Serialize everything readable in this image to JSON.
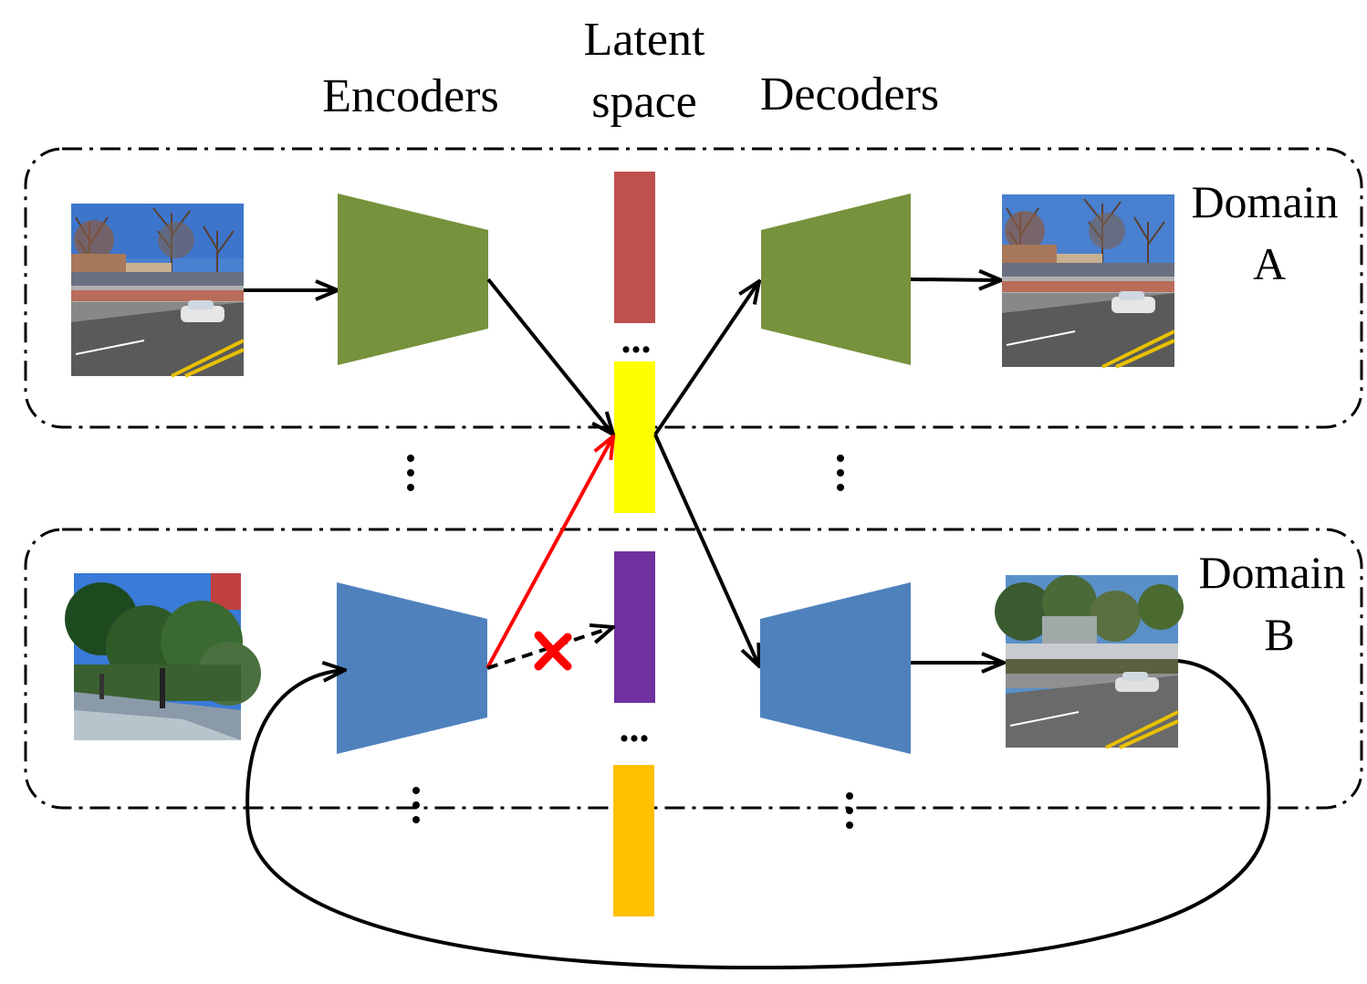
{
  "headers": {
    "encoders": "Encoders",
    "latent_line1": "Latent",
    "latent_line2": "space",
    "decoders": "Decoders"
  },
  "domains": [
    {
      "line1": "Domain",
      "line2": "A"
    },
    {
      "line1": "Domain",
      "line2": "B"
    }
  ],
  "ellipsis_h": "...",
  "colors": {
    "encoder_a": "#76923c",
    "encoder_b": "#4f81bd",
    "latent_red": "#c0504d",
    "latent_yellow": "#ffff00",
    "latent_purple": "#7030a0",
    "latent_orange": "#ffc000",
    "arrow_black": "#000000",
    "arrow_red": "#ff0000"
  },
  "images": {
    "domain_a_input": "street-scene-photo",
    "domain_a_output": "street-scene-photo",
    "domain_b_input": "sidewalk-pedestrian-photo",
    "domain_b_output": "street-scene-photo-translated"
  },
  "blocked_mark": "cross-mark-icon"
}
